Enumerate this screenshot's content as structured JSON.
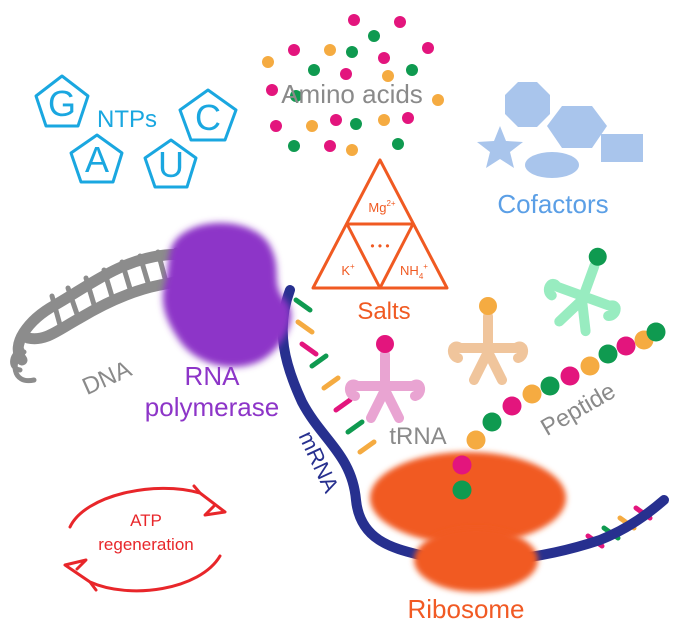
{
  "colors": {
    "ntp": "#1aa7e0",
    "amino_pink": "#e3157d",
    "amino_green": "#0f9a50",
    "amino_orange": "#f5ab41",
    "gray_text": "#8a8a8a",
    "cofactor": "#a9c5ec",
    "cofactor_text": "#5b9fe6",
    "salts": "#f05a22",
    "dna": "#8c8c8c",
    "polymerase": "#8d35c8",
    "mrna": "#27308f",
    "ribosome": "#f15a24",
    "trna_pink": "#e9a4d2",
    "trna_tan": "#f0c59c",
    "trna_green": "#98ecc0",
    "atp": "#e8262a"
  },
  "labels": {
    "ntps": "NTPs",
    "amino_acids": "Amino acids",
    "cofactors": "Cofactors",
    "salts": "Salts",
    "dna": "DNA",
    "rna_polymerase_1": "RNA",
    "rna_polymerase_2": "polymerase",
    "mrna": "mRNA",
    "trna": "tRNA",
    "peptide": "Peptide",
    "ribosome": "Ribosome",
    "atp_1": "ATP",
    "atp_2": "regeneration"
  },
  "ntp_letters": [
    "G",
    "C",
    "A",
    "U"
  ],
  "salts_cells": {
    "top": "Mg",
    "top_sup": "2+",
    "center": "• • •",
    "left": "K",
    "left_sup": "+",
    "right": "NH",
    "right_sub": "4",
    "right_sup": "+"
  },
  "icons": {
    "dna": "double-helix-icon",
    "polymerase": "blob-icon",
    "ribosome": "ribosome-icon",
    "trna": "trna-cloverleaf-icon",
    "atp": "cycle-arrows-icon"
  }
}
